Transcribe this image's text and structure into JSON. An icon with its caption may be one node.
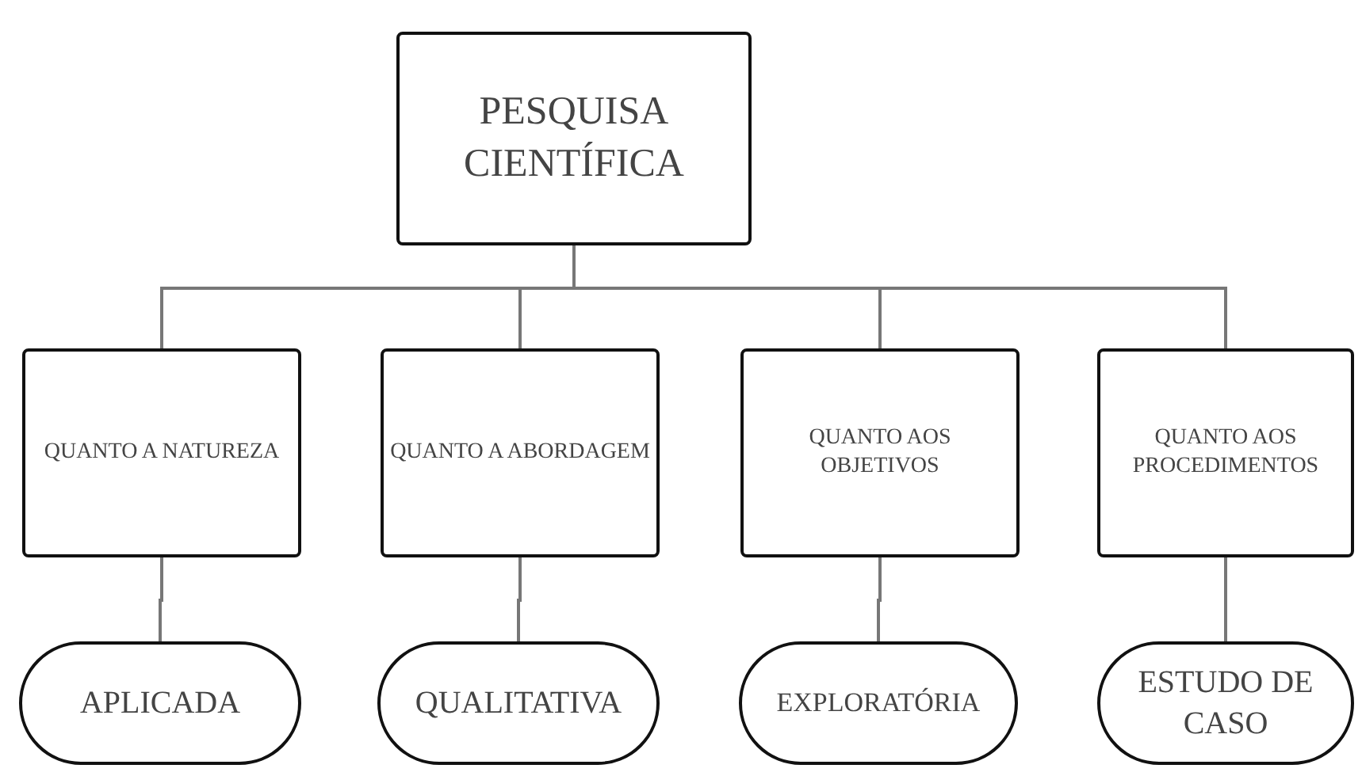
{
  "diagram": {
    "nodes": [
      {
        "text": [
          "PESQUISA CIENTÍFICA"
        ]
      },
      {
        "text": [
          "QUANTO A NATUREZA"
        ]
      },
      {
        "text": [
          "QUANTO A ABORDAGEM"
        ]
      },
      {
        "text": [
          "QUANTO AOS OBJETIVOS"
        ]
      },
      {
        "text": [
          "QUANTO AOS PROCEDIMENTOS"
        ]
      },
      {
        "text": [
          "APLICADA"
        ]
      },
      {
        "text": [
          "QUALITATIVA"
        ]
      },
      {
        "text": [
          "EXPLORATÓRIA"
        ]
      },
      {
        "text": [
          "ESTUDO DE CASO"
        ]
      }
    ],
    "edges": [
      {
        "from": 0,
        "to": 1,
        "arrow": "none"
      },
      {
        "from": 0,
        "to": 2,
        "arrow": "none"
      },
      {
        "from": 0,
        "to": 3,
        "arrow": "none"
      },
      {
        "from": 0,
        "to": 4,
        "arrow": "none"
      },
      {
        "from": 1,
        "to": 5,
        "arrow": "none"
      },
      {
        "from": 2,
        "to": 6,
        "arrow": "none"
      },
      {
        "from": 3,
        "to": 7,
        "arrow": "none"
      },
      {
        "from": 4,
        "to": 8,
        "arrow": "none"
      }
    ]
  }
}
